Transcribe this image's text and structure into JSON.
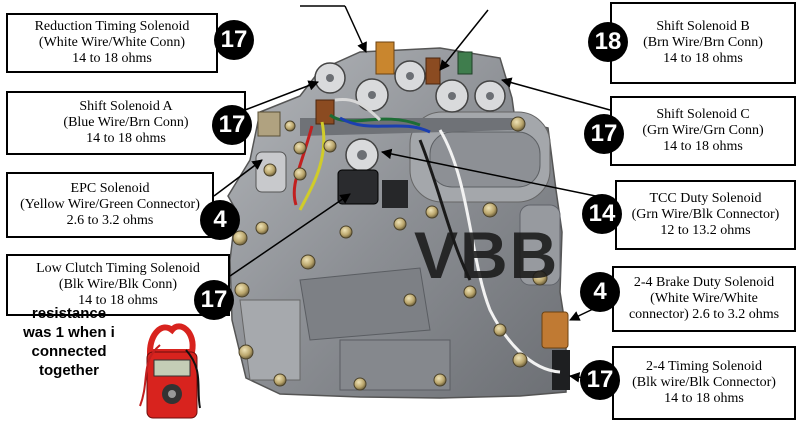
{
  "labels": {
    "reduction_timing": {
      "name": "Reduction Timing Solenoid",
      "wire": "(White Wire/White Conn)",
      "resistance": "14 to 18 ohms",
      "badge": "17"
    },
    "shift_b": {
      "name": "Shift Solenoid B",
      "wire": "(Brn Wire/Brn Conn)",
      "resistance": "14 to 18 ohms",
      "badge": "18"
    },
    "shift_a": {
      "name": "Shift Solenoid A",
      "wire": "(Blue Wire/Brn Conn)",
      "resistance": "14 to 18 ohms",
      "badge": "17"
    },
    "shift_c": {
      "name": "Shift Solenoid C",
      "wire": "(Grn Wire/Grn Conn)",
      "resistance": "14 to 18 ohms",
      "badge": "17"
    },
    "epc": {
      "name": "EPC Solenoid",
      "wire": "(Yellow Wire/Green Connector)",
      "resistance": "2.6 to 3.2 ohms",
      "badge": "4"
    },
    "tcc_duty": {
      "name": "TCC Duty Solenoid",
      "wire": "(Grn Wire/Blk Connector)",
      "resistance": "12 to 13.2 ohms",
      "badge": "14"
    },
    "low_clutch": {
      "name": "Low Clutch Timing Solenoid",
      "wire": "(Blk Wire/Blk Conn)",
      "resistance": "14 to 18 ohms",
      "badge": "17"
    },
    "brake_duty": {
      "name": "2-4 Brake Duty Solenoid",
      "wire": "(White Wire/White",
      "resistance": "connector) 2.6 to 3.2 ohms",
      "badge": "4"
    },
    "timing_24": {
      "name": "2-4 Timing Solenoid",
      "wire": "(Blk wire/Blk Connector)",
      "resistance": "14 to 18 ohms",
      "badge": "17"
    }
  },
  "note": {
    "line1": "resistance",
    "line2": "was 1 when i",
    "line3": "connected",
    "line4": "together"
  },
  "watermark": "VBB",
  "colors": {
    "box_border": "#000000",
    "badge_bg": "#000000",
    "badge_text": "#ffffff",
    "valve_body": "#8f9296",
    "multimeter": "#d8231e"
  }
}
